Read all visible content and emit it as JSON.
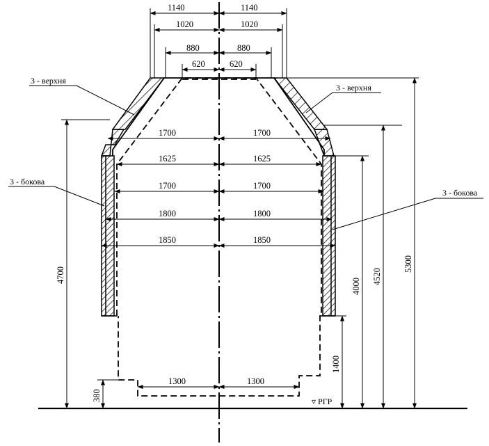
{
  "dimensions": {
    "top": {
      "w1140_left": "1140",
      "w1140_right": "1140",
      "w1020_left": "1020",
      "w1020_right": "1020",
      "w880_left": "880",
      "w880_right": "880",
      "w620_left": "620",
      "w620_right": "620"
    },
    "inner": {
      "w1700a_left": "1700",
      "w1700a_right": "1700",
      "w1625_left": "1625",
      "w1625_right": "1625",
      "w1700b_left": "1700",
      "w1700b_right": "1700",
      "w1800_left": "1800",
      "w1800_right": "1800",
      "w1850_left": "1850",
      "w1850_right": "1850"
    },
    "bottom": {
      "w1300_left": "1300",
      "w1300_right": "1300"
    },
    "vertical": {
      "h4700": "4700",
      "h380": "380",
      "h4000": "4000",
      "h4520": "4520",
      "h5300": "5300",
      "h1400": "1400"
    }
  },
  "labels": {
    "top_left": "3 - верхня",
    "top_right": "3 - верхня",
    "side_left": "3 - бокова",
    "side_right": "3 - бокова",
    "ground": "▿ РГР"
  }
}
